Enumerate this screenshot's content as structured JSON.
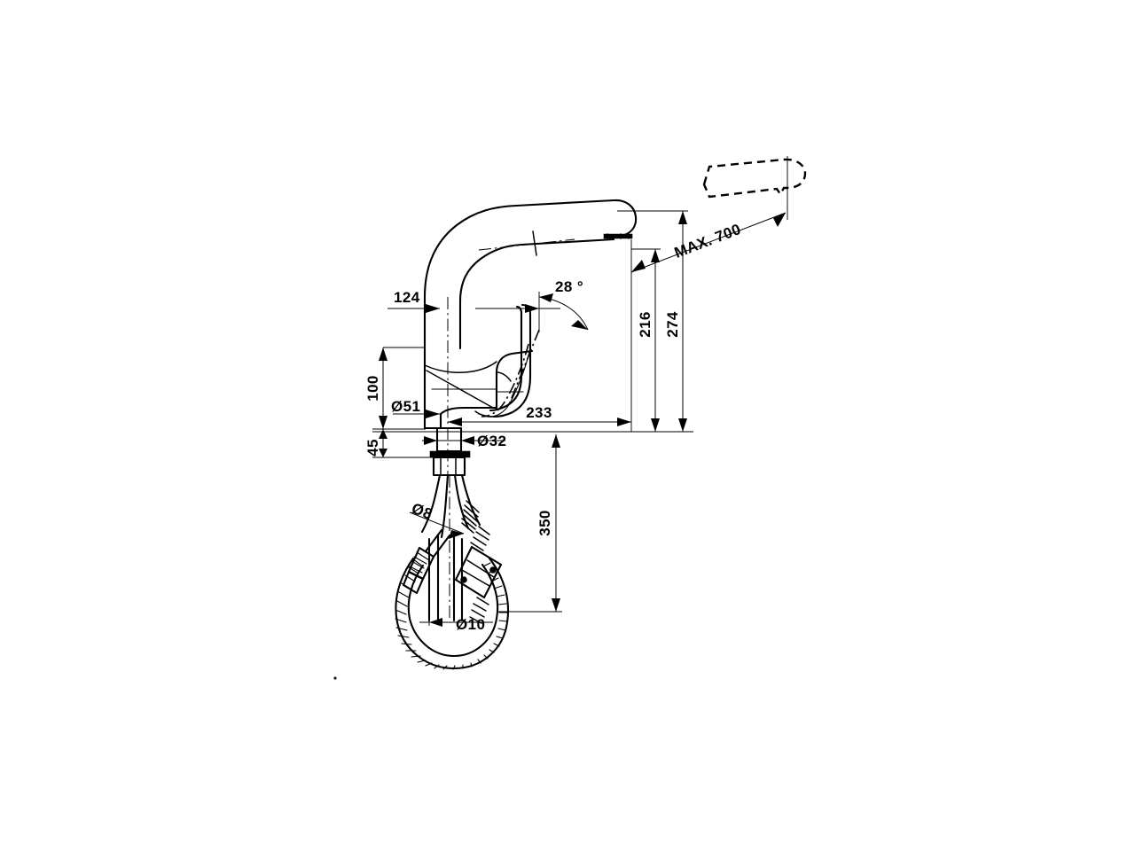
{
  "drawing": {
    "title": "Kitchen mixer tap with pull-out spray — dimensioned technical drawing",
    "units": "mm",
    "line_color": "#000000",
    "background_color": "#ffffff"
  },
  "dimensions": {
    "spout_projection_from_axis": "124",
    "body_height": "100",
    "base_diameter": "Ø51",
    "shank_length": "45",
    "shank_diameter": "Ø32",
    "lever_swing_angle": "28 °",
    "total_reach": "233",
    "spout_outlet_height": "216",
    "overall_height": "274",
    "hose_pull_out_length": "MAX. 700",
    "hose_drop_length": "350",
    "hose_inner_diameter": "Ø8",
    "hose_outer_diameter": "Ø10"
  },
  "labels": [
    {
      "id": "dim-124",
      "text": "124",
      "orientation": "horizontal"
    },
    {
      "id": "dim-28",
      "text": "28 °",
      "orientation": "horizontal"
    },
    {
      "id": "dim-100",
      "text": "100",
      "orientation": "vertical"
    },
    {
      "id": "dim-d51",
      "text": "Ø51",
      "orientation": "horizontal"
    },
    {
      "id": "dim-45",
      "text": "45",
      "orientation": "vertical"
    },
    {
      "id": "dim-d32",
      "text": "Ø32",
      "orientation": "horizontal"
    },
    {
      "id": "dim-233",
      "text": "233",
      "orientation": "horizontal"
    },
    {
      "id": "dim-216",
      "text": "216",
      "orientation": "vertical"
    },
    {
      "id": "dim-274",
      "text": "274",
      "orientation": "vertical"
    },
    {
      "id": "dim-max700",
      "text": "MAX. 700",
      "orientation": "rotated"
    },
    {
      "id": "dim-350",
      "text": "350",
      "orientation": "vertical"
    },
    {
      "id": "dim-d8",
      "text": "Ø8",
      "orientation": "rotated"
    },
    {
      "id": "dim-d10",
      "text": "Ø10",
      "orientation": "horizontal"
    }
  ],
  "components": [
    {
      "name": "spout-arm",
      "description": "curved swan-neck spout with pull-out sleeve joint"
    },
    {
      "name": "spout-outlet",
      "description": "aerator outlet at spout tip"
    },
    {
      "name": "faucet-body",
      "description": "cylindrical mixer body with tapered shoulder"
    },
    {
      "name": "lever-handle",
      "description": "single lever handle, shown in closed and 28 degree open positions"
    },
    {
      "name": "mounting-shank",
      "description": "threaded shank below deck with washer and lock nut"
    },
    {
      "name": "supply-tails",
      "description": "flexible supply tails descending from shank"
    },
    {
      "name": "coiled-hose",
      "description": "coiled pull-out hose loop"
    },
    {
      "name": "hose-weight",
      "description": "counterweight clamped on the hose"
    },
    {
      "name": "hose-connector",
      "description": "knurled hose connector / nozzle end"
    },
    {
      "name": "extended-spout-ghost",
      "description": "dashed outline of spray head in fully extended position"
    }
  ]
}
